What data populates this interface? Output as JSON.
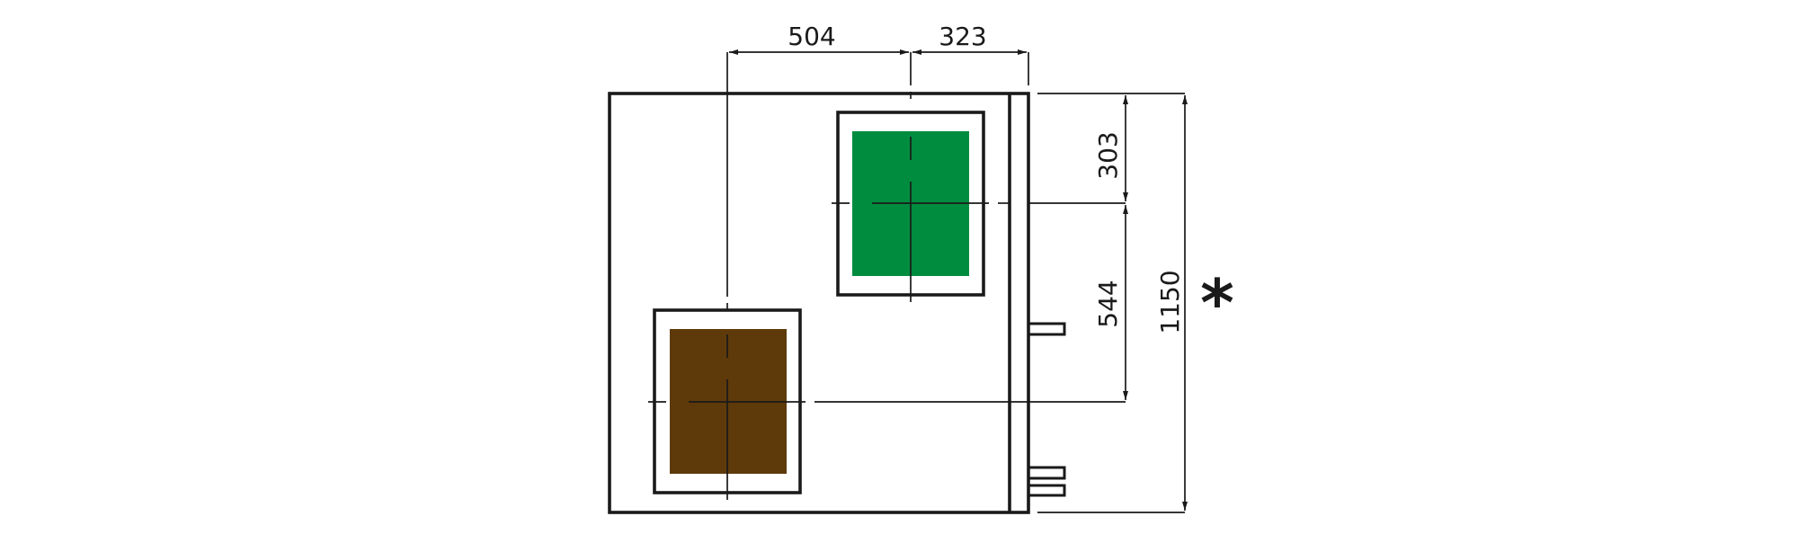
{
  "diagram": {
    "panel_colors": {
      "green": "#008c3e",
      "brown": "#5e3a0a"
    },
    "dimensions": {
      "left_offset": "504",
      "right_offset": "323",
      "top_offset": "303",
      "center_spacing": "544",
      "total_height": "1150"
    },
    "note_marker": "*"
  }
}
